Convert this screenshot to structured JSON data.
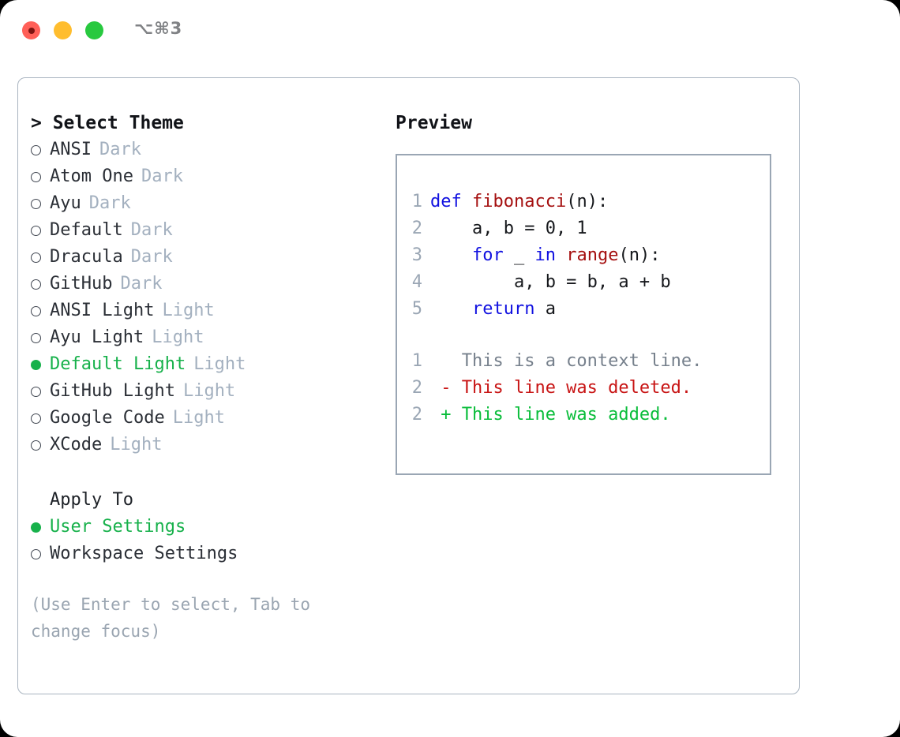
{
  "window": {
    "shortcut_label": "⌥⌘3",
    "traffic_lights": [
      "close",
      "minimize",
      "maximize"
    ]
  },
  "theme_picker": {
    "heading": "> Select Theme",
    "focused": true,
    "options": [
      {
        "label": "ANSI",
        "variant": "Dark",
        "selected": false
      },
      {
        "label": "Atom One",
        "variant": "Dark",
        "selected": false
      },
      {
        "label": "Ayu",
        "variant": "Dark",
        "selected": false
      },
      {
        "label": "Default",
        "variant": "Dark",
        "selected": false
      },
      {
        "label": "Dracula",
        "variant": "Dark",
        "selected": false
      },
      {
        "label": "GitHub",
        "variant": "Dark",
        "selected": false
      },
      {
        "label": "ANSI Light",
        "variant": "Light",
        "selected": false
      },
      {
        "label": "Ayu Light",
        "variant": "Light",
        "selected": false
      },
      {
        "label": "Default Light",
        "variant": "Light",
        "selected": true
      },
      {
        "label": "GitHub Light",
        "variant": "Light",
        "selected": false
      },
      {
        "label": "Google Code",
        "variant": "Light",
        "selected": false
      },
      {
        "label": "XCode",
        "variant": "Light",
        "selected": false
      }
    ]
  },
  "apply_to": {
    "heading": "Apply To",
    "options": [
      {
        "label": "User Settings",
        "selected": true
      },
      {
        "label": "Workspace Settings",
        "selected": false
      }
    ]
  },
  "hint": "(Use Enter to select, Tab to change focus)",
  "preview": {
    "heading": "Preview",
    "code_lines": [
      {
        "no": "1",
        "tokens": [
          {
            "t": "def ",
            "k": "kw"
          },
          {
            "t": "fibonacci",
            "k": "fn"
          },
          {
            "t": "(n):",
            "k": "pl"
          }
        ]
      },
      {
        "no": "2",
        "tokens": [
          {
            "t": "    a, b = 0, 1",
            "k": "pl"
          }
        ]
      },
      {
        "no": "3",
        "tokens": [
          {
            "t": "    ",
            "k": "pl"
          },
          {
            "t": "for",
            "k": "kw"
          },
          {
            "t": " _ ",
            "k": "pl"
          },
          {
            "t": "in",
            "k": "kw"
          },
          {
            "t": " ",
            "k": "pl"
          },
          {
            "t": "range",
            "k": "fn"
          },
          {
            "t": "(n):",
            "k": "pl"
          }
        ]
      },
      {
        "no": "4",
        "tokens": [
          {
            "t": "        a, b = b, a + b",
            "k": "pl"
          }
        ]
      },
      {
        "no": "5",
        "tokens": [
          {
            "t": "    ",
            "k": "pl"
          },
          {
            "t": "return",
            "k": "kw"
          },
          {
            "t": " a",
            "k": "pl"
          }
        ]
      }
    ],
    "diff_lines": [
      {
        "no": "1",
        "tokens": [
          {
            "t": "   This is a context line.",
            "k": "ctx"
          }
        ]
      },
      {
        "no": "2",
        "tokens": [
          {
            "t": " - This line was deleted.",
            "k": "del"
          }
        ]
      },
      {
        "no": "2",
        "tokens": [
          {
            "t": " + This line was added.",
            "k": "add"
          }
        ]
      }
    ]
  },
  "colors": {
    "accent_green": "#17b14b",
    "panel_border": "#a9b4c0",
    "muted": "#a3b0bf",
    "keyword": "#1212e0",
    "function": "#a51010",
    "deleted": "#c81414",
    "added": "#09bd3a"
  }
}
